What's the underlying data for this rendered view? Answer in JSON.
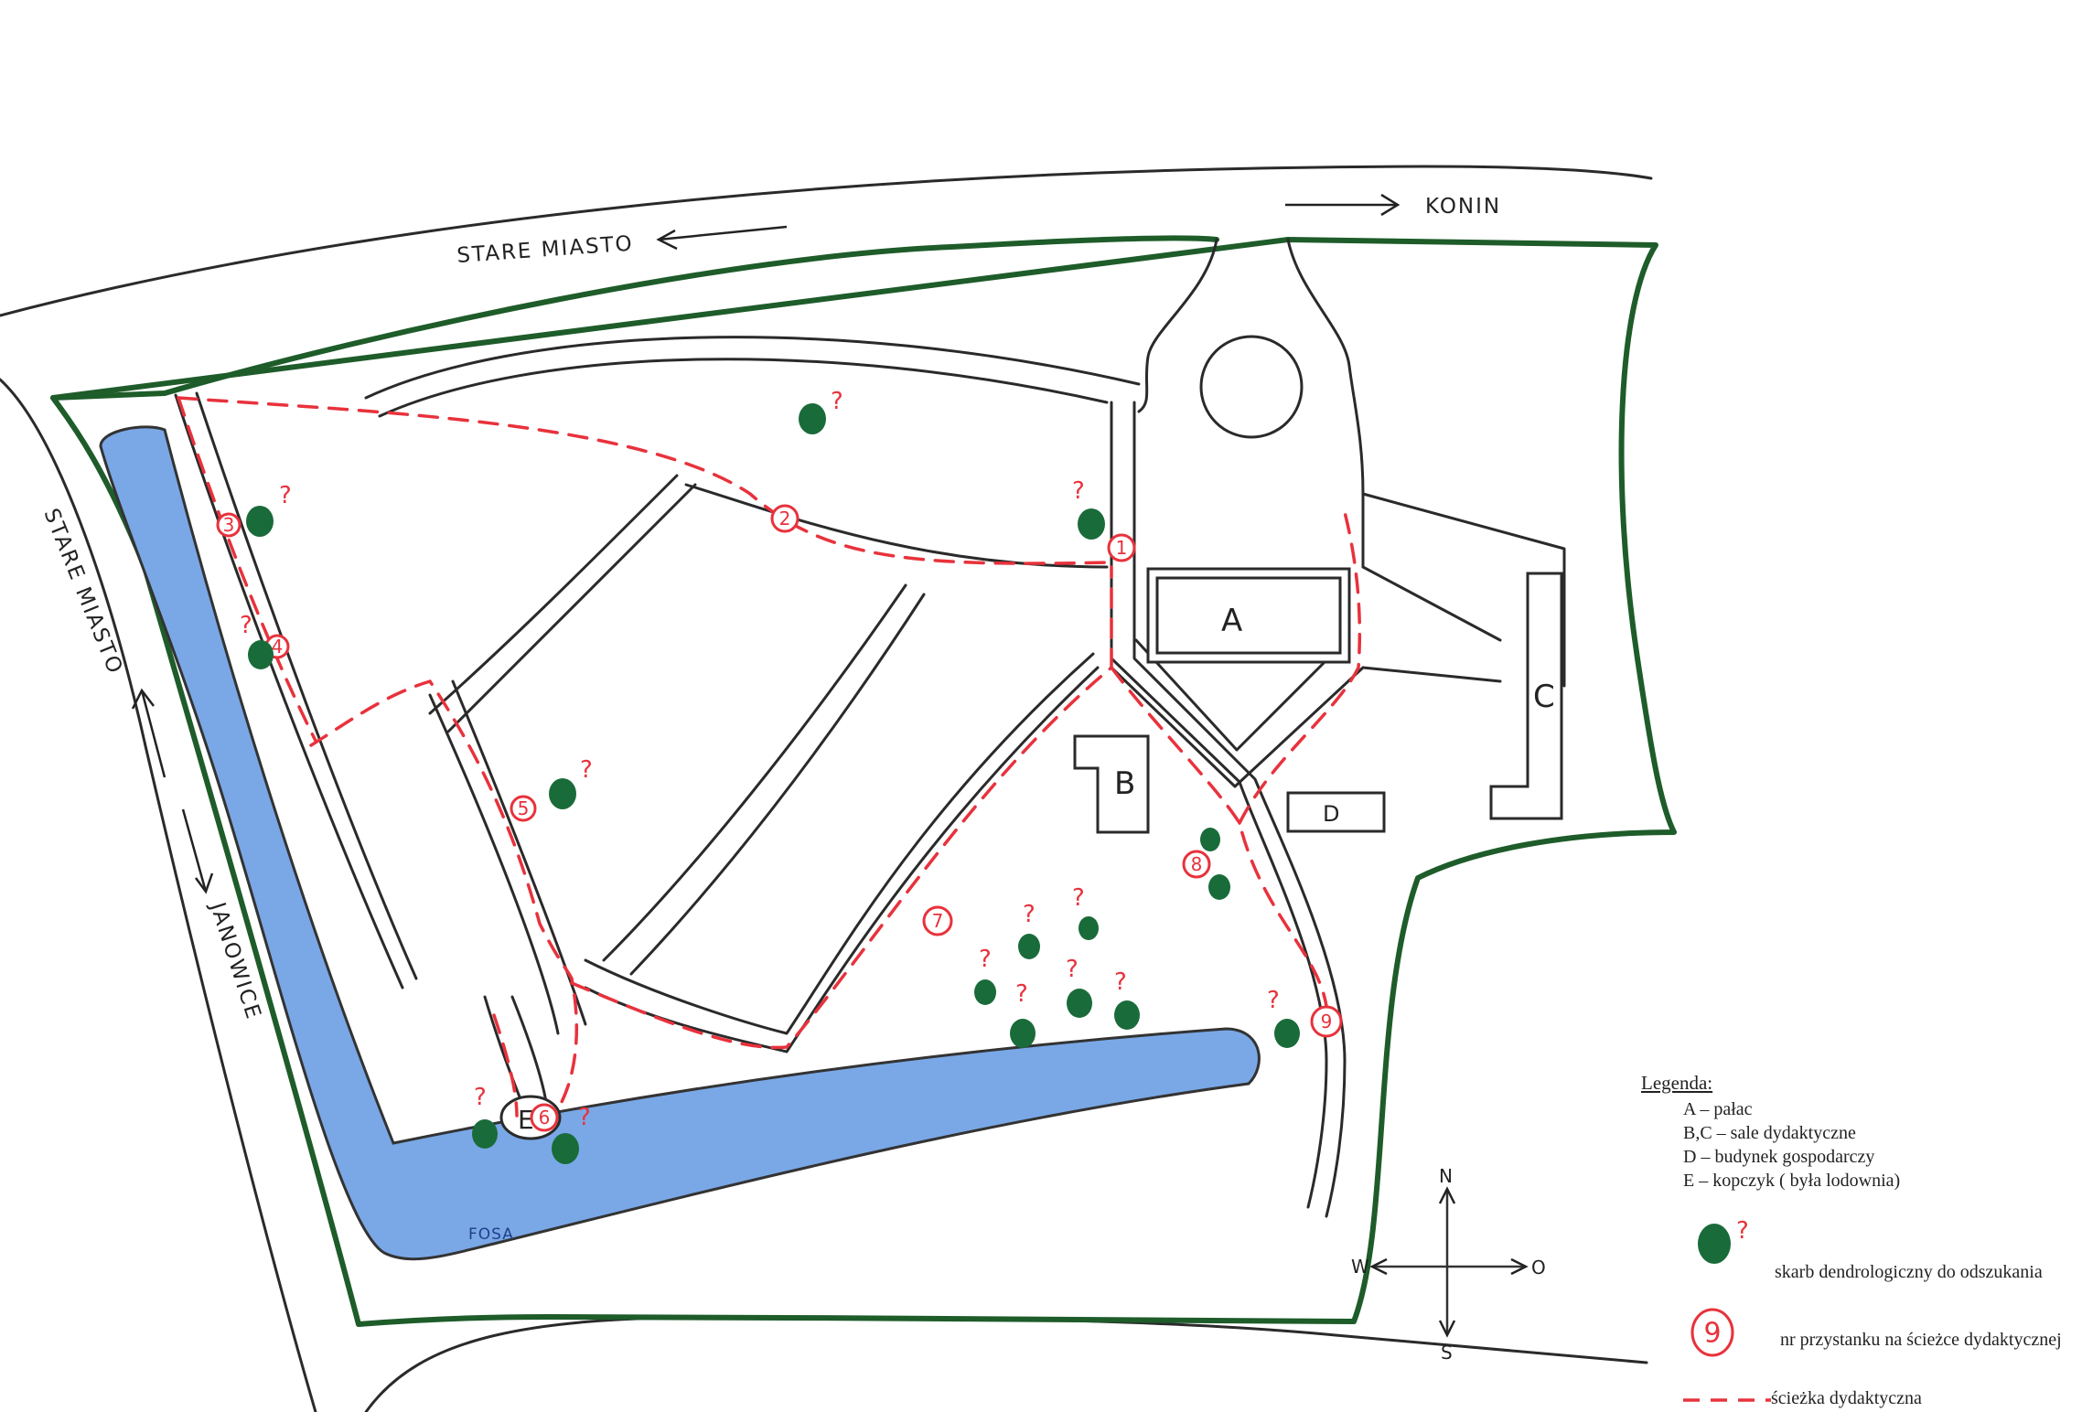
{
  "map": {
    "roads": {
      "north_left": "STARE MIASTO",
      "north_right": "KONIN",
      "west_top": "STARE MIASTO",
      "west_bottom": "JANOWICE"
    },
    "moat_label": "FOSA",
    "buildings": [
      "A",
      "B",
      "C",
      "D",
      "E"
    ],
    "stops": [
      "1",
      "2",
      "3",
      "4",
      "5",
      "6",
      "7",
      "8",
      "9"
    ],
    "tree_marker": "?",
    "compass": {
      "north": "N",
      "south": "S",
      "west": "W",
      "east": "O"
    }
  },
  "legend": {
    "title": "Legenda:",
    "entries": [
      "A – pałac",
      "B,C – sale dydaktyczne",
      "D – budynek gospodarczy",
      "E – kopczyk ( była lodownia)"
    ],
    "tree_symbol_mark": "?",
    "tree_label": "skarb dendrologiczny do odszukania",
    "stop_symbol_number": "9",
    "stop_label": "nr przystanku na ścieżce dydaktycznej",
    "trail_label": "ścieżka dydaktyczna"
  },
  "colors": {
    "trail": "#e8323c",
    "park_border": "#1e5c2a",
    "tree": "#1a6b3a",
    "moat": "#7aa8e6"
  }
}
